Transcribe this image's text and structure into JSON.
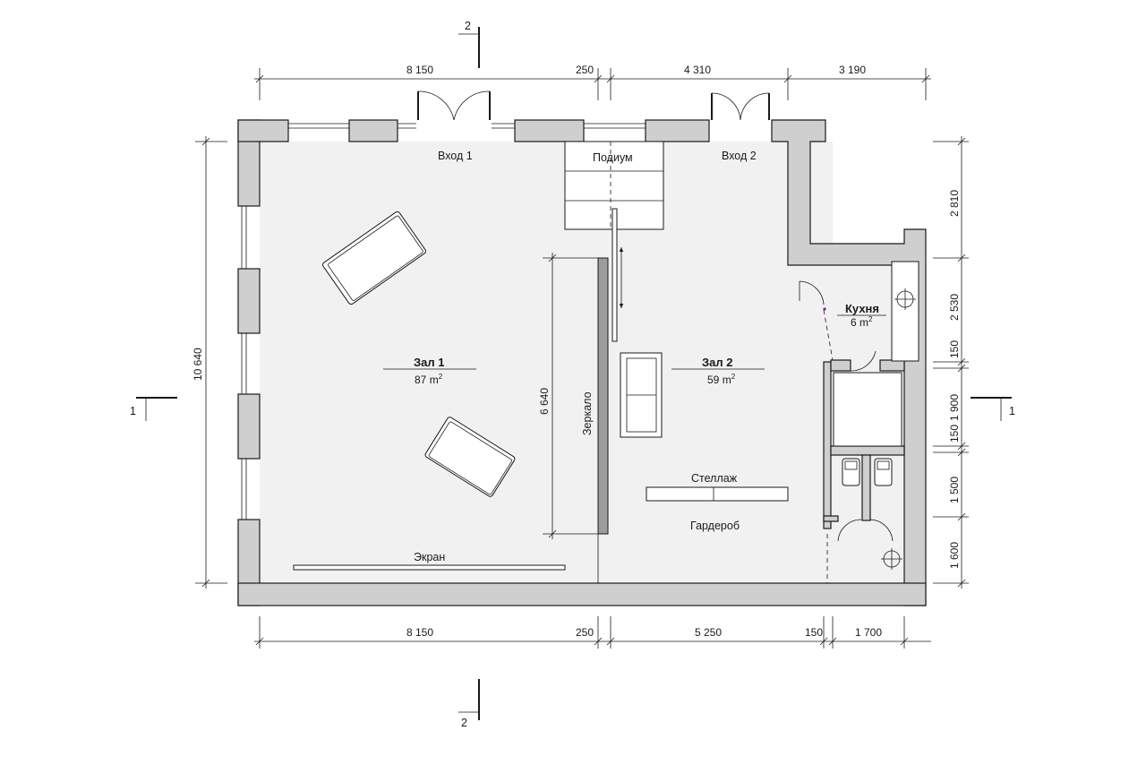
{
  "dimensions": {
    "top": [
      "8 150",
      "250",
      "4 310",
      "3 190"
    ],
    "bottom": [
      "8 150",
      "250",
      "5 250",
      "150",
      "1 700"
    ],
    "left": "10 640",
    "right": [
      "2 810",
      "2 530",
      "150",
      "1 900",
      "150",
      "1 500",
      "1 600"
    ],
    "mirror": "6 640"
  },
  "section_marks": {
    "one": "1",
    "two": "2"
  },
  "labels": {
    "entrance_1": "Вход 1",
    "entrance_2": "Вход 2",
    "podium": "Подиум",
    "mirror": "Зеркало",
    "shelving": "Стеллаж",
    "wardrobe": "Гардероб",
    "screen": "Экран"
  },
  "rooms": [
    {
      "name": "Зал 1",
      "area": "87",
      "unit": "m",
      "sup": "2"
    },
    {
      "name": "Зал 2",
      "area": "59",
      "unit": "m",
      "sup": "2"
    },
    {
      "name": "Кухня",
      "area": "6",
      "unit": "m",
      "sup": "2"
    }
  ],
  "colors": {
    "wall": "#cfcfcf",
    "floor": "#f1f1f1",
    "line": "#1a1a1a"
  }
}
